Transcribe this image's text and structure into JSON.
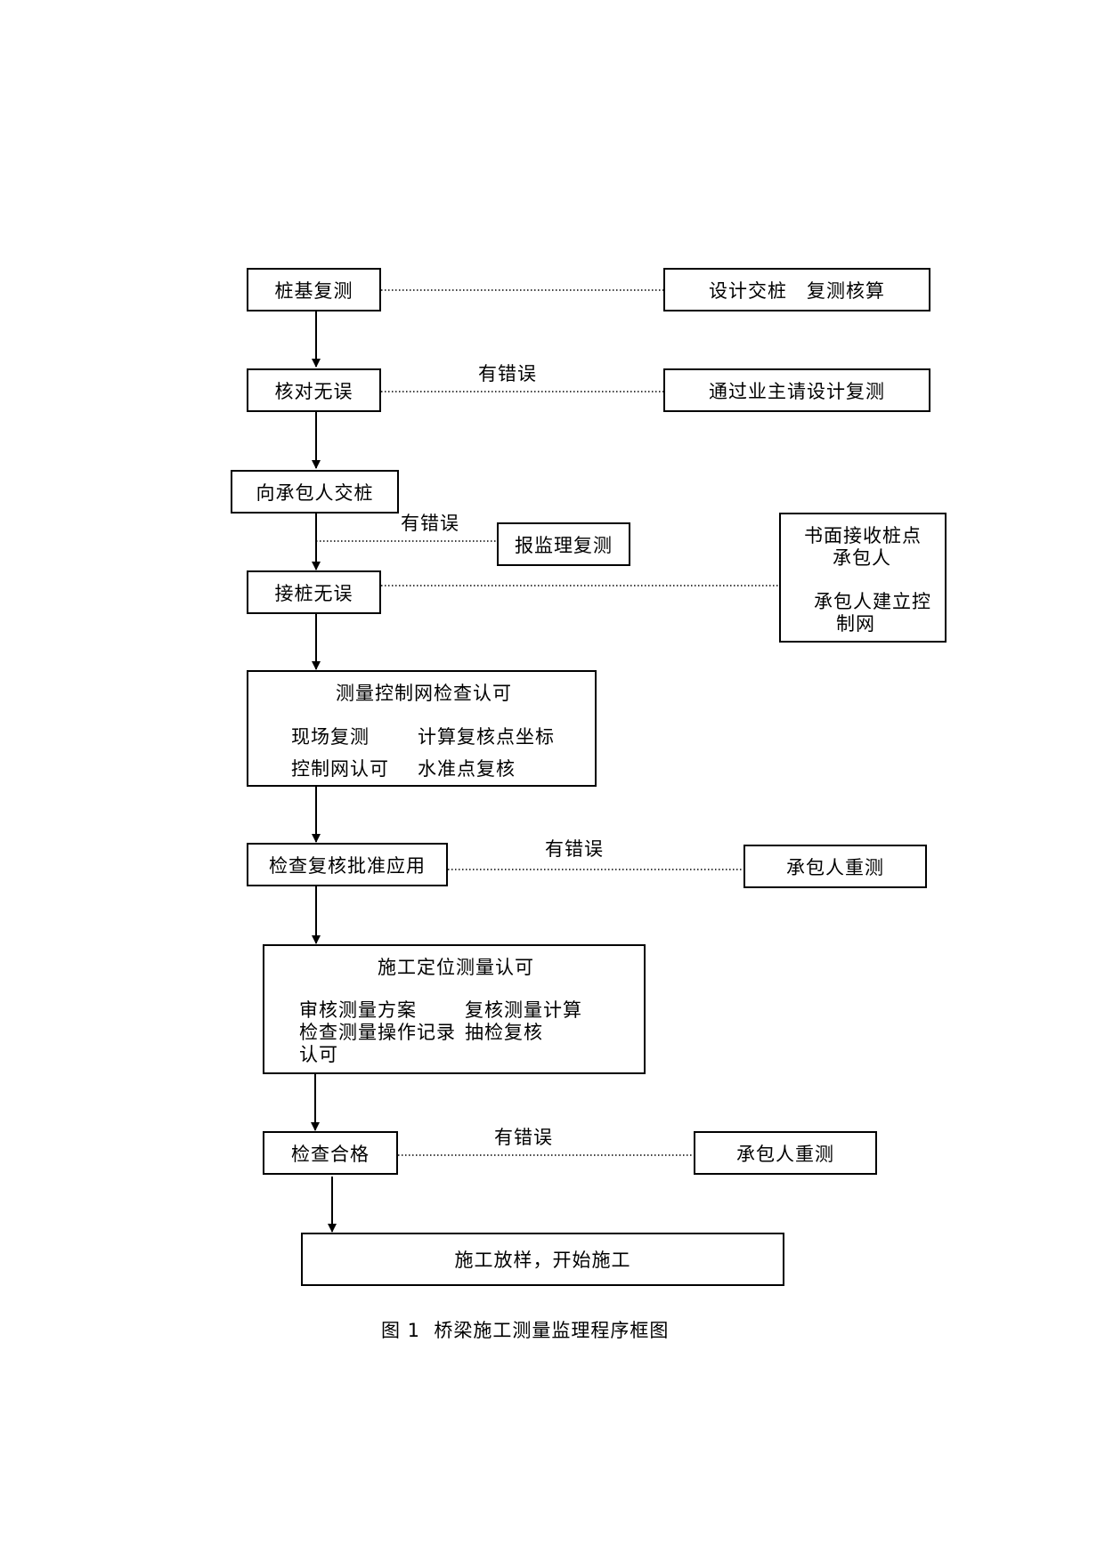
{
  "nodes": {
    "pile_recheck": "桩基复测",
    "design_handover": "设计交桩　复测核算",
    "check_ok": "核对无误",
    "owner_redesign": "通过业主请设计复测",
    "handover_contractor": "向承包人交桩",
    "supervisor_recheck": "报监理复测",
    "receive_ok": "接桩无误",
    "written_receipt": {
      "line1": "书面接收桩点",
      "line2": "承包人",
      "line3": "承包人建立控",
      "line4": "制网"
    },
    "control_network": {
      "title": "测量控制网检查认可",
      "item1": "现场复测",
      "item2": "计算复核点坐标",
      "item3": "控制网认可",
      "item4": "水准点复核"
    },
    "approve_apply": "检查复核批准应用",
    "contractor_resurvey_1": "承包人重测",
    "construction_positioning": {
      "title": "施工定位测量认可",
      "item1": "审核测量方案",
      "item2": "复核测量计算",
      "item3": "检查测量操作记录",
      "item4": "抽检复核",
      "item5": "认可"
    },
    "inspection_pass": "检查合格",
    "contractor_resurvey_2": "承包人重测",
    "staking_start": "施工放样，开始施工"
  },
  "edge_labels": {
    "error_1": "有错误",
    "error_2": "有错误",
    "error_3": "有错误",
    "error_4": "有错误"
  },
  "caption": "图 1  桥梁施工测量监理程序框图"
}
